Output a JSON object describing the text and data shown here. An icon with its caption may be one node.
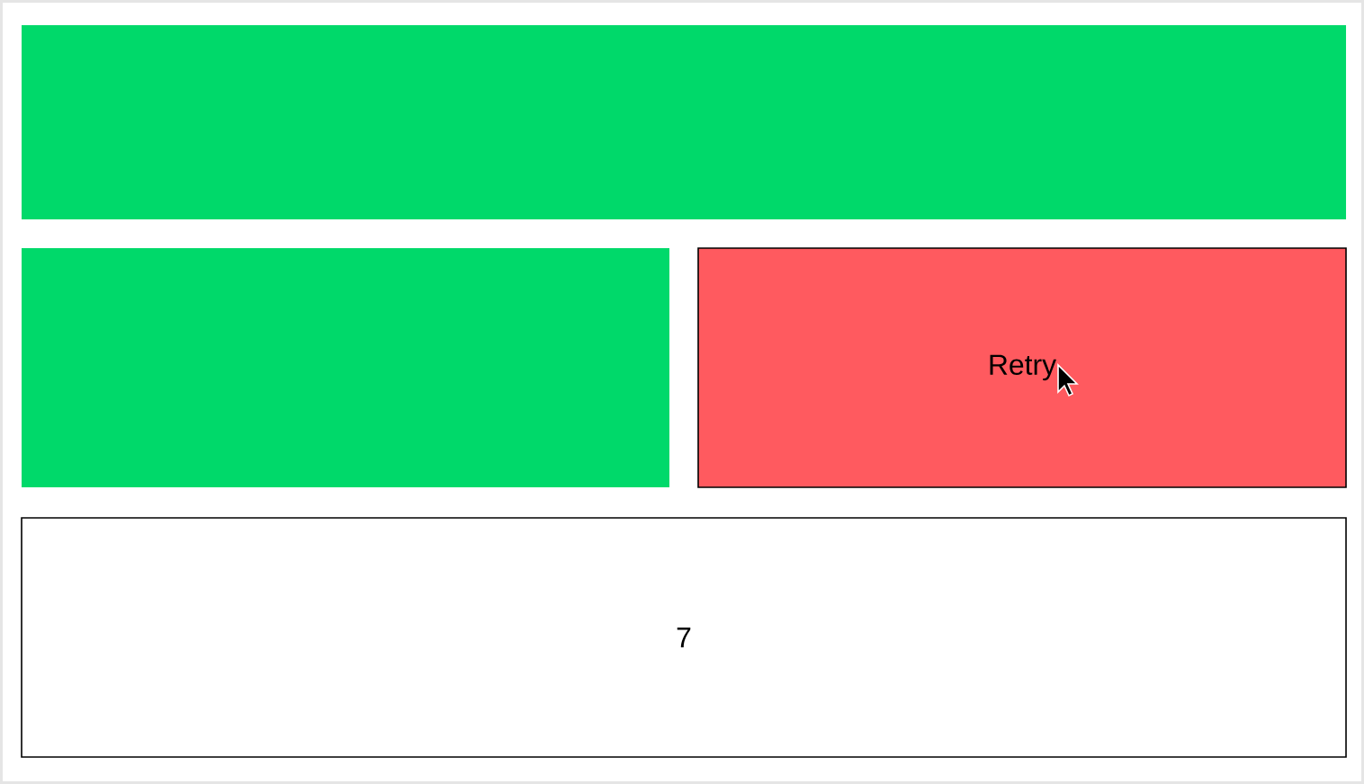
{
  "diagram": {
    "nodes": [
      {
        "text": [],
        "shape": "box"
      },
      {
        "text": [],
        "shape": "box"
      },
      {
        "text": [
          "Retry"
        ]
      },
      {
        "text": [
          "7"
        ]
      }
    ]
  }
}
